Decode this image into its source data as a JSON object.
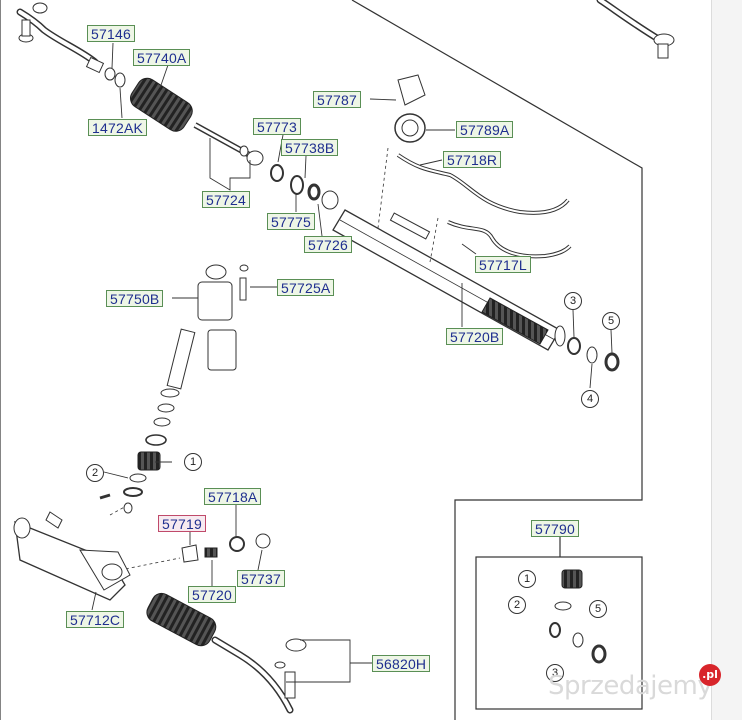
{
  "labels": [
    {
      "id": "57146",
      "text": "57146"
    },
    {
      "id": "57740A",
      "text": "57740A"
    },
    {
      "id": "1472AK",
      "text": "1472AK"
    },
    {
      "id": "57787",
      "text": "57787"
    },
    {
      "id": "57773",
      "text": "57773"
    },
    {
      "id": "57789A",
      "text": "57789A"
    },
    {
      "id": "57738B",
      "text": "57738B"
    },
    {
      "id": "57718R",
      "text": "57718R"
    },
    {
      "id": "57724",
      "text": "57724"
    },
    {
      "id": "57775",
      "text": "57775"
    },
    {
      "id": "57726",
      "text": "57726"
    },
    {
      "id": "57717L",
      "text": "57717L"
    },
    {
      "id": "57750B",
      "text": "57750B"
    },
    {
      "id": "57725A",
      "text": "57725A"
    },
    {
      "id": "57720B",
      "text": "57720B"
    },
    {
      "id": "57718A",
      "text": "57718A"
    },
    {
      "id": "57719",
      "text": "57719"
    },
    {
      "id": "57737",
      "text": "57737"
    },
    {
      "id": "57720",
      "text": "57720"
    },
    {
      "id": "57712C",
      "text": "57712C"
    },
    {
      "id": "56820H",
      "text": "56820H"
    },
    {
      "id": "57790",
      "text": "57790"
    }
  ],
  "callouts": [
    "1",
    "2",
    "3",
    "4",
    "5"
  ],
  "watermark": {
    "text": "Sprzedajemy",
    "logo": ".pl"
  }
}
